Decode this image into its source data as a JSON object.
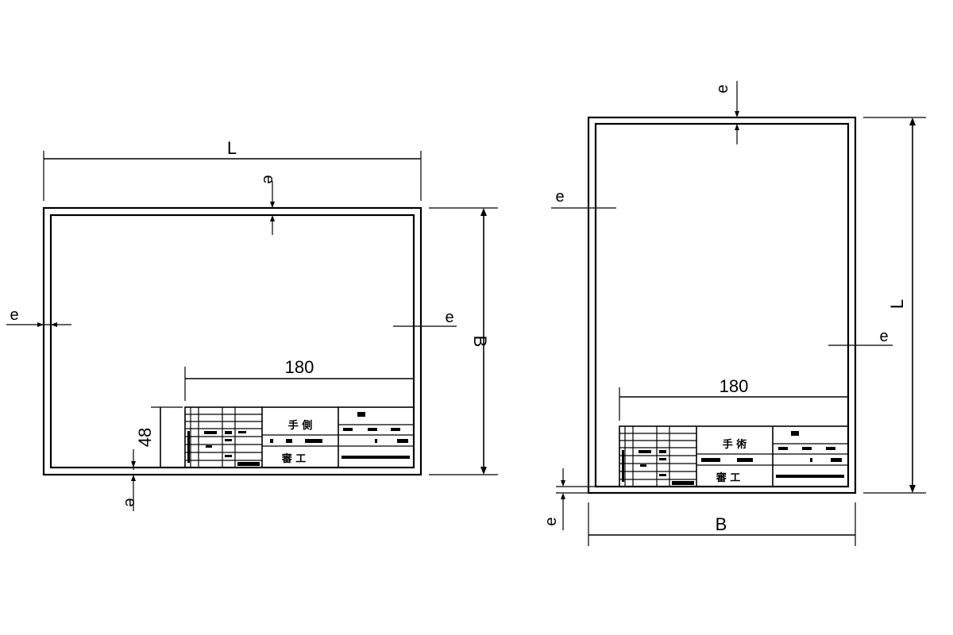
{
  "landscape": {
    "dim_top": "L",
    "dim_right": "B",
    "margin_top": "e",
    "margin_left": "e",
    "margin_right": "e",
    "margin_bottom": "e",
    "title_block_width": "180",
    "title_block_height": "48",
    "title_block_main_text": "手 側",
    "title_block_sub_text": "審 工"
  },
  "portrait": {
    "dim_right": "L",
    "dim_bottom": "B",
    "margin_top": "e",
    "margin_left": "e",
    "margin_right": "e",
    "margin_bottom": "e",
    "title_block_width": "180",
    "title_block_main_text": "手 術",
    "title_block_sub_text": "審 工"
  }
}
